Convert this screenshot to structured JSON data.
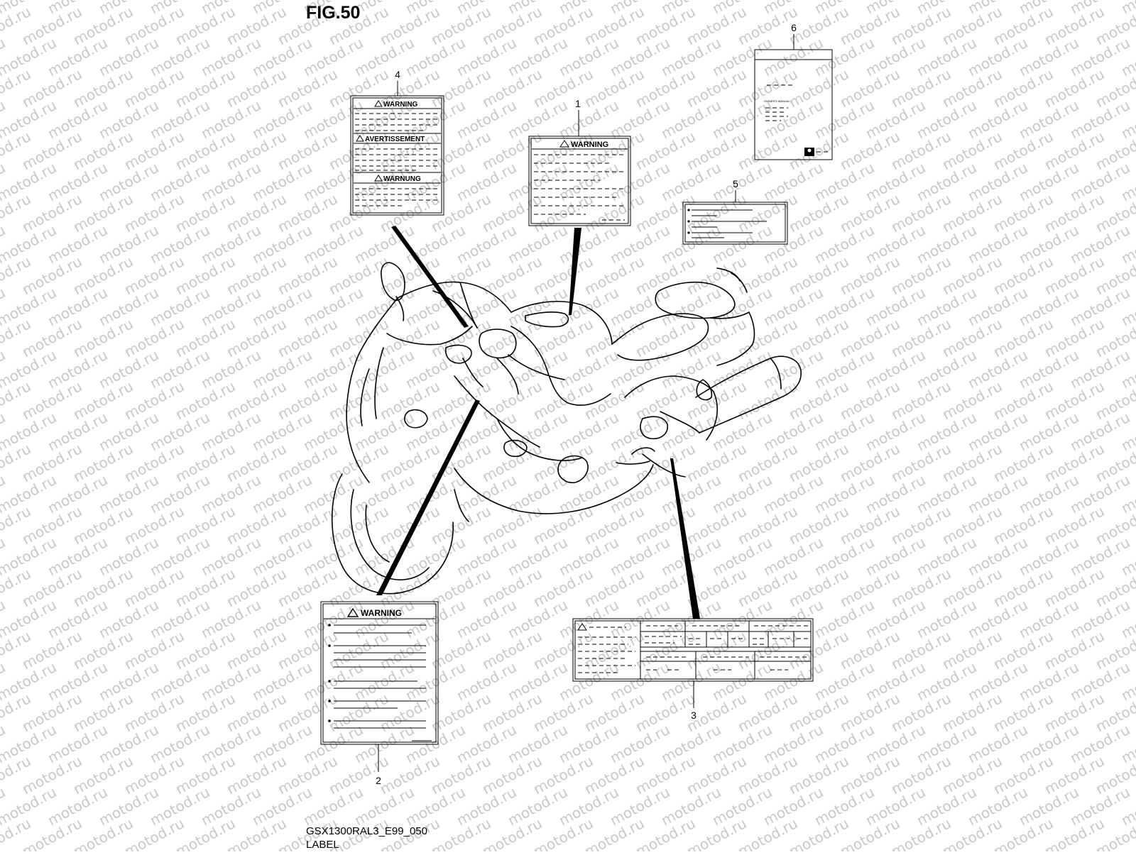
{
  "figure": {
    "title": "FIG.50",
    "code": "GSX1300RAL3_E99_050",
    "caption": "LABEL",
    "watermark": "motod.ru"
  },
  "callouts": [
    "1",
    "2",
    "3",
    "4",
    "5",
    "6"
  ],
  "labels": {
    "label_1": {
      "heading": "WARNING"
    },
    "label_2": {
      "heading": "WARNING"
    },
    "label_4": {
      "headings": [
        "WARNING",
        "AVERTISSEMENT",
        "WARNUNG"
      ]
    },
    "label_6": {
      "text": "OWNER'S MANUAL"
    }
  }
}
